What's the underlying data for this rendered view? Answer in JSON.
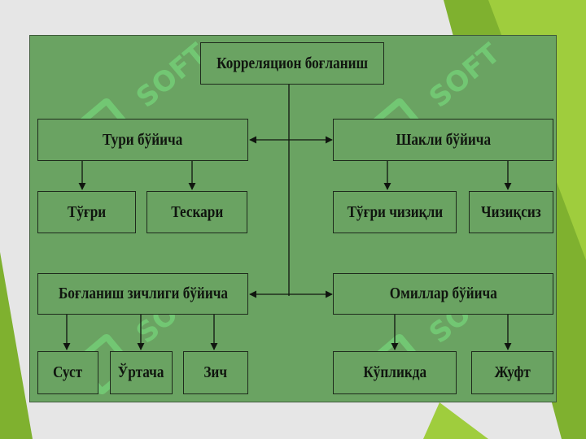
{
  "colors": {
    "panel": "#6aa362",
    "panel_border": "#3e5a3a",
    "stripe_dark": "#7fb12f",
    "stripe_light": "#9fcd3d",
    "slide_grey": "#e6e6e6",
    "line": "#10150f"
  },
  "watermark": {
    "text": "SOFT",
    "icon": "soft-logo-icon"
  },
  "diagram": {
    "root": "Корреляцион боғланиш",
    "groups": [
      {
        "label": "Тури бўйича",
        "children": [
          "Тўғри",
          "Тескари"
        ]
      },
      {
        "label": "Шакли бўйича",
        "children": [
          "Тўғри чизиқли",
          "Чизиқсиз"
        ]
      },
      {
        "label": "Боғланиш зичлиги бўйича",
        "children": [
          "Суст",
          "Ўртача",
          "Зич"
        ]
      },
      {
        "label": "Омиллар бўйича",
        "children": [
          "Кўпликда",
          "Жуфт"
        ]
      }
    ]
  }
}
